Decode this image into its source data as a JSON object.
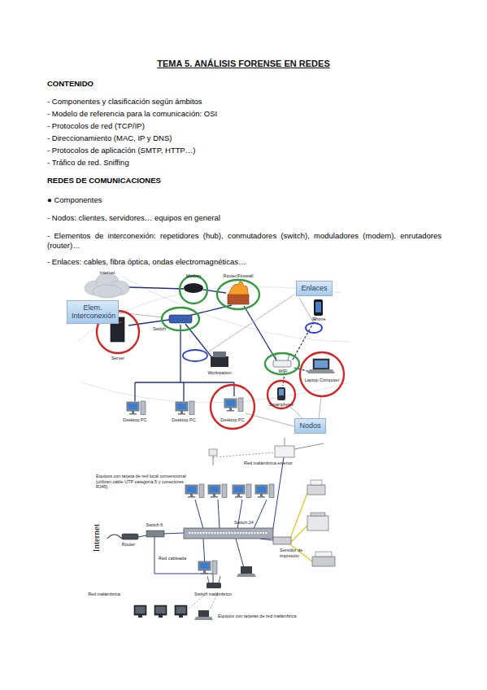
{
  "diagram": {
    "title": "TEMA 5. ANÁLISIS FORENSE EN REDES",
    "nodes": [
      {
        "text": [
          "Elem. Interconexión"
        ]
      },
      {
        "text": [
          "Enlaces"
        ]
      },
      {
        "text": [
          "Nodos"
        ]
      }
    ],
    "labels": [
      "CONTENIDO",
      "- Componentes y clasificación según ámbitos",
      "- Modelo de referencia para la comunicación: OSI",
      "- Protocolos de red (TCP/IP)",
      "- Direccionamiento (MAC, IP y DNS)",
      "- Protocolos de aplicación (SMTP, HTTP…)",
      "- Tráfico de red. Sniffing",
      "REDES DE COMUNICACIONES",
      "● Componentes",
      "- Nodos: clientes, servidores… equipos en general",
      "- Elementos de interconexión: repetidores (hub), conmutadores (switch), moduladores (modem), enrutadores (router)…",
      "- Enlaces: cables, fibra óptica, ondas electromagnéticas…",
      "Internet",
      "Modem",
      "Router/Firewall",
      "Server",
      "Switch",
      "Workstation",
      "iPhone",
      "WiFi",
      "Laptop Computer",
      "Smartphone",
      "Desktop PC",
      "Desktop PC",
      "Desktop PC",
      "Red inalámbrica exterior",
      "Equipos con tarjeta de red local convencional (utilizan cable UTP categoría 5 y conectores RJ45)",
      "Internet",
      "Router",
      "Switch 6",
      "Switch 24",
      "Red cableada",
      "Servidor de impresión",
      "Red inalámbrica",
      "Switch inalámbrico",
      "Equipos con tarjetas de red inalámbrica"
    ]
  }
}
